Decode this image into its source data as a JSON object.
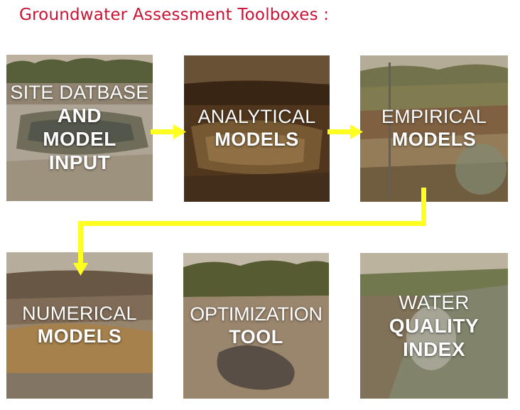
{
  "title": "Groundwater Assessment Toolboxes :",
  "tiles": [
    {
      "lines_thin": [
        "SITE DATBASE"
      ],
      "lines_bold": [
        "AND",
        "MODEL",
        "INPUT"
      ],
      "image": "lined-pond-photo"
    },
    {
      "lines_thin": [
        "ANALYTICAL"
      ],
      "lines_bold": [
        "MODELS"
      ],
      "image": "excavation-pit-photo"
    },
    {
      "lines_thin": [
        "EMPIRICAL"
      ],
      "lines_bold": [
        "MODELS"
      ],
      "image": "well-cross-section-illustration"
    },
    {
      "lines_thin": [
        "NUMERICAL"
      ],
      "lines_bold": [
        "MODELS"
      ],
      "image": "open-pit-mine-photo"
    },
    {
      "lines_thin": [
        "OPTIMIZATION"
      ],
      "lines_bold": [
        "TOOL"
      ],
      "image": "oil-slick-river-photo"
    },
    {
      "lines_thin": [
        "WATER"
      ],
      "lines_bold": [
        "QUALITY",
        "INDEX"
      ],
      "image": "irrigation-canal-photo"
    }
  ],
  "colors": {
    "title": "#cc1133",
    "arrow": "#ffff22",
    "label": "#ffffff"
  },
  "flow": [
    "SITE DATBASE AND MODEL INPUT",
    "ANALYTICAL MODELS",
    "EMPIRICAL MODELS",
    "NUMERICAL MODELS"
  ]
}
